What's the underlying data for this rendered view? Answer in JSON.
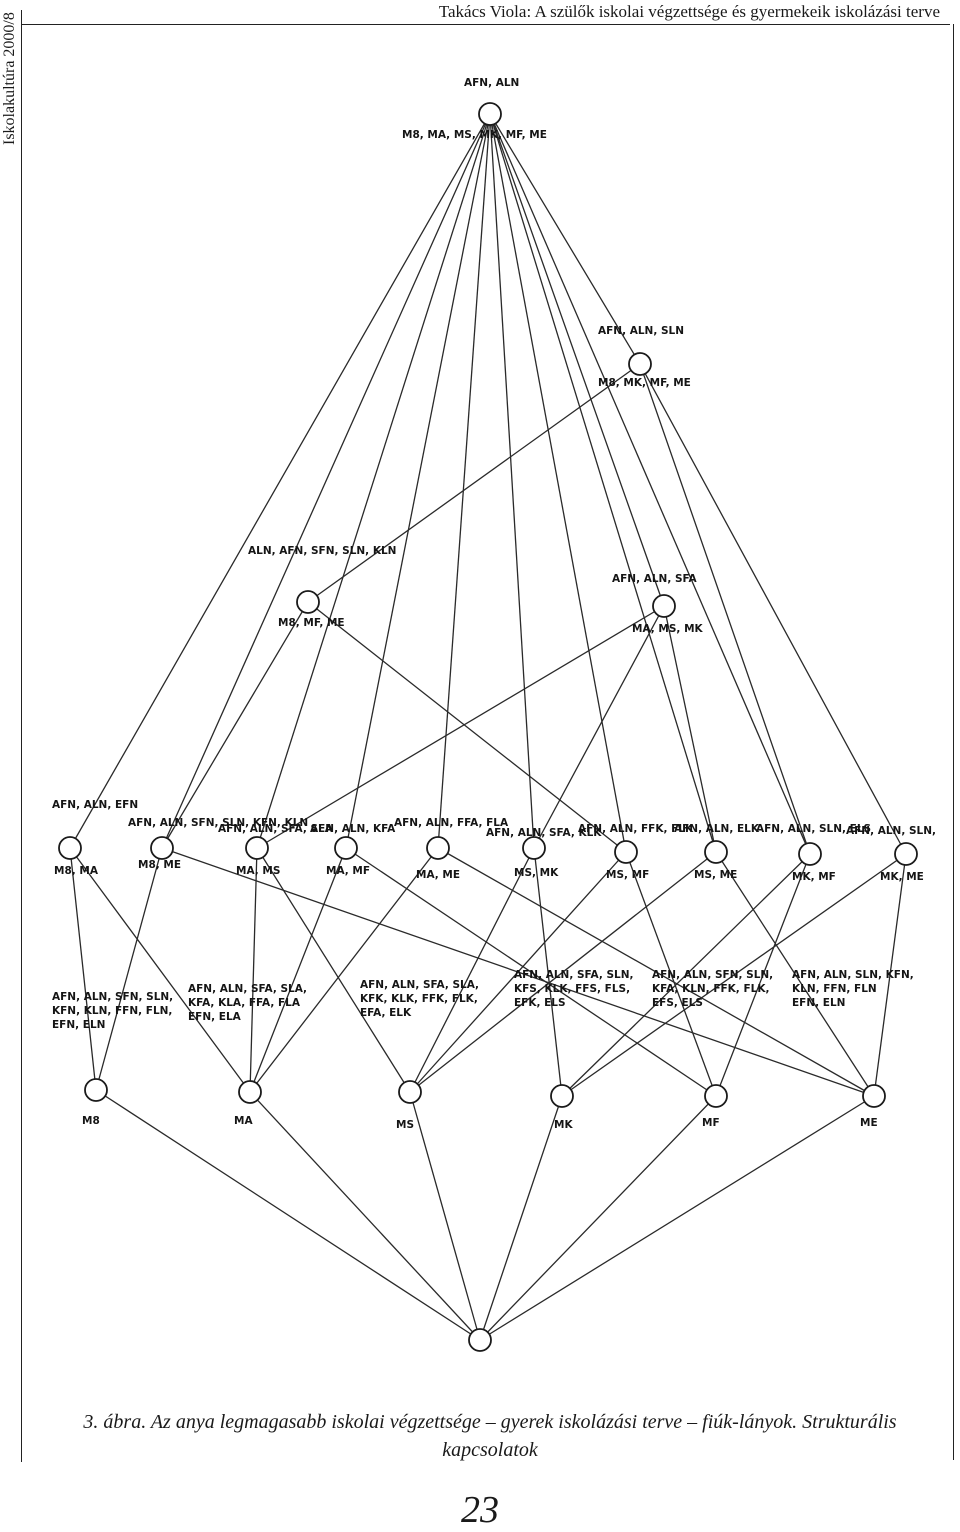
{
  "header": {
    "running_title": "Takács Viola: A szülők iskolai végzettsége és gyermekeik iskolázási terve",
    "side_label": "Iskolakultúra 2000/8"
  },
  "caption": "3. ábra. Az anya legmagasabb iskolai végzettsége – gyerek iskolázási terve – fiúk-lányok. Strukturális kapcsolatok",
  "page_number": "23",
  "diagram": {
    "nodes": [
      {
        "id": "top",
        "intent": [
          "AFN, ALN"
        ],
        "extent": [
          "M8, MA, MS,   MK, MF, ME"
        ]
      },
      {
        "id": "c_mk_mf_me",
        "intent": [
          "AFN, ALN, SLN"
        ],
        "extent": [
          "M8, MK, MF, ME"
        ]
      },
      {
        "id": "c_m8_mf_me",
        "intent": [
          "ALN, AFN, SFN, SLN, KLN"
        ],
        "extent": [
          "M8, MF, ME"
        ]
      },
      {
        "id": "c_ma_ms_mk",
        "intent": [
          "AFN, ALN, SFA"
        ],
        "extent": [
          "MA, MS, MK"
        ]
      },
      {
        "id": "p_m8_ma",
        "intent": [
          "AFN, ALN, EFN"
        ],
        "extent": [
          "M8, MA"
        ]
      },
      {
        "id": "p_m8_me",
        "intent": [
          "AFN, ALN, SFN, SLN, KFN, KLN"
        ],
        "extent": [
          "M8, ME"
        ]
      },
      {
        "id": "p_ma_ms",
        "intent": [
          "AFN, ALN, SFA, SLA"
        ],
        "extent": [
          "MA, MS"
        ]
      },
      {
        "id": "p_ma_mf",
        "intent": [
          "AFN, ALN, KFA"
        ],
        "extent": [
          "MA, MF"
        ]
      },
      {
        "id": "p_ma_me",
        "intent": [
          "AFN, ALN, FFA, FLA"
        ],
        "extent": [
          "MA, ME"
        ]
      },
      {
        "id": "p_ms_mk",
        "intent": [
          "AFN, ALN, SFA, KLK"
        ],
        "extent": [
          "MS, MK"
        ]
      },
      {
        "id": "p_ms_mf",
        "intent": [
          "AFN, ALN, FFK, FLK"
        ],
        "extent": [
          "MS, MF"
        ]
      },
      {
        "id": "p_ms_me",
        "intent": [
          "AFN, ALN, ELK"
        ],
        "extent": [
          "MS, ME"
        ]
      },
      {
        "id": "p_mk_mf",
        "intent": [
          "AFN, ALN, SLN, ELS"
        ],
        "extent": [
          "MK, MF"
        ]
      },
      {
        "id": "p_mk_me",
        "intent": [
          "AFN, ALN, SLN, E"
        ],
        "extent": [
          "MK, ME"
        ]
      },
      {
        "id": "s_m8",
        "intent": [
          "AFN, ALN, SFN, SLN,",
          "KFN, KLN, FFN, FLN,",
          "EFN, ELN"
        ],
        "extent": [
          "M8"
        ]
      },
      {
        "id": "s_ma",
        "intent": [
          "AFN, ALN, SFA, SLA,",
          "KFA, KLA, FFA, FLA",
          "EFN, ELA"
        ],
        "extent": [
          "MA"
        ]
      },
      {
        "id": "s_ms",
        "intent": [
          "AFN, ALN, SFA, SLA,",
          "KFK, KLK, FFK, FLK,",
          "EFA, ELK"
        ],
        "extent": [
          "MS"
        ]
      },
      {
        "id": "s_mk",
        "intent": [
          "AFN, ALN, SFA, SLN,",
          "KFS, KLK, FFS, FLS,",
          "EFK, ELS"
        ],
        "extent": [
          "MK"
        ]
      },
      {
        "id": "s_mf",
        "intent": [
          "AFN, ALN, SFN, SLN,",
          "KFA, KLN, FFK, FLK,",
          "EFS, ELS"
        ],
        "extent": [
          "MF"
        ]
      },
      {
        "id": "s_me",
        "intent": [
          "AFN, ALN, SLN, KFN,",
          "KLN, FFN, FLN",
          "EFN, ELN"
        ],
        "extent": [
          "ME"
        ]
      },
      {
        "id": "bottom",
        "intent": [],
        "extent": []
      }
    ]
  }
}
